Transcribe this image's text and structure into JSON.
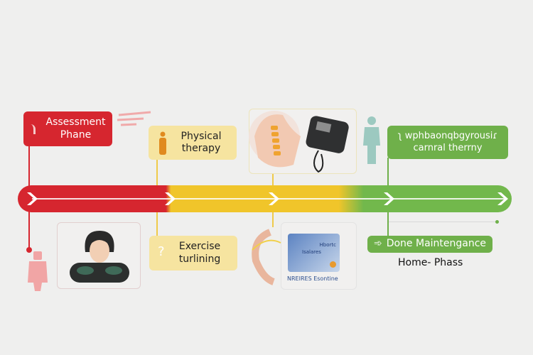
{
  "colors": {
    "red": "#d6262f",
    "yellow": "#f0c52a",
    "green": "#6fb04a",
    "yellow_box": "#f6e4a0"
  },
  "stages": {
    "assessment": {
      "line1": "Assessment",
      "line2": "Phane"
    },
    "physical": {
      "line1": "Physical",
      "line2": "therapy"
    },
    "exercise": {
      "line1": "Exercise",
      "line2": "turlining"
    },
    "carnal": {
      "line1": "ʅ wphbaonqbgyrousiɾ",
      "line2": "carnral therrny"
    },
    "maintenance": {
      "label": "Done Maintengance"
    },
    "home_phase": "Home- Phass"
  },
  "card": {
    "title": "Hbortc",
    "subtitle": "Isalares",
    "caption": "NREIRES Esontine"
  }
}
